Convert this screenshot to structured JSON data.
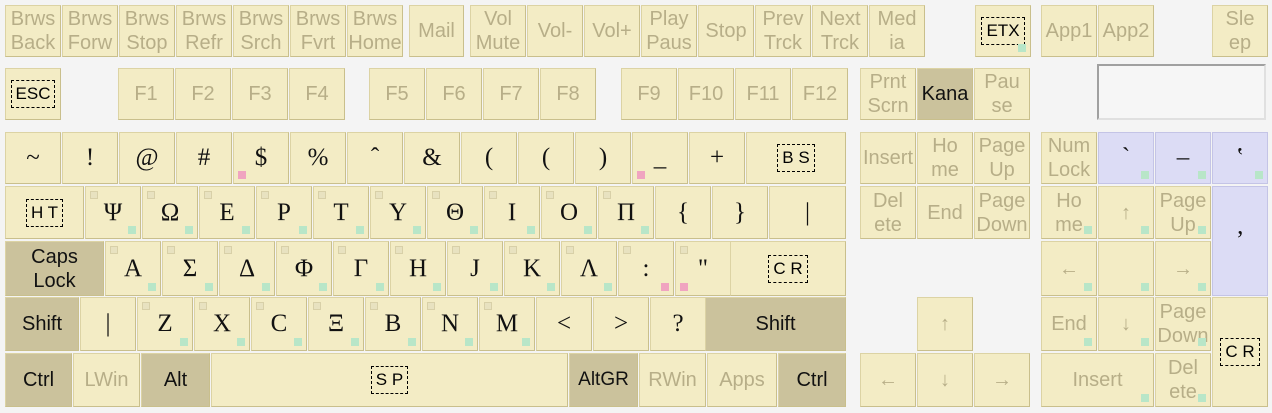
{
  "keys": [
    {
      "id": "browser-back",
      "label": "Brws\nBack",
      "cls": ""
    },
    {
      "id": "browser-forward",
      "label": "Brws\nForw",
      "cls": ""
    },
    {
      "id": "browser-stop",
      "label": "Brws\nStop",
      "cls": ""
    },
    {
      "id": "browser-refresh",
      "label": "Brws\nRefr",
      "cls": ""
    },
    {
      "id": "browser-search",
      "label": "Brws\nSrch",
      "cls": ""
    },
    {
      "id": "browser-favorites",
      "label": "Brws\nFvrt",
      "cls": ""
    },
    {
      "id": "browser-home",
      "label": "Brws\nHome",
      "cls": ""
    },
    {
      "id": "mail",
      "label": "Mail",
      "cls": ""
    },
    {
      "id": "volume-mute",
      "label": "Vol\nMute",
      "cls": ""
    },
    {
      "id": "volume-down",
      "label": "Vol-",
      "cls": ""
    },
    {
      "id": "volume-up",
      "label": "Vol+",
      "cls": ""
    },
    {
      "id": "play-pause",
      "label": "Play\nPaus",
      "cls": ""
    },
    {
      "id": "media-stop",
      "label": "Stop",
      "cls": ""
    },
    {
      "id": "previous-track",
      "label": "Prev\nTrck",
      "cls": ""
    },
    {
      "id": "next-track",
      "label": "Next\nTrck",
      "cls": ""
    },
    {
      "id": "media",
      "label": "Med\nia",
      "cls": ""
    },
    {
      "id": "etx",
      "label": "ETX",
      "cls": "box",
      "marks": [
        "g-br"
      ]
    },
    {
      "id": "app1",
      "label": "App1",
      "cls": ""
    },
    {
      "id": "app2",
      "label": "App2",
      "cls": ""
    },
    {
      "id": "sleep",
      "label": "Sle\nep",
      "cls": ""
    },
    {
      "id": "escape",
      "label": "ESC",
      "cls": "box"
    },
    {
      "id": "f1",
      "label": "F1",
      "cls": ""
    },
    {
      "id": "f2",
      "label": "F2",
      "cls": ""
    },
    {
      "id": "f3",
      "label": "F3",
      "cls": ""
    },
    {
      "id": "f4",
      "label": "F4",
      "cls": ""
    },
    {
      "id": "f5",
      "label": "F5",
      "cls": ""
    },
    {
      "id": "f6",
      "label": "F6",
      "cls": ""
    },
    {
      "id": "f7",
      "label": "F7",
      "cls": ""
    },
    {
      "id": "f8",
      "label": "F8",
      "cls": ""
    },
    {
      "id": "f9",
      "label": "F9",
      "cls": ""
    },
    {
      "id": "f10",
      "label": "F10",
      "cls": ""
    },
    {
      "id": "f11",
      "label": "F11",
      "cls": ""
    },
    {
      "id": "f12",
      "label": "F12",
      "cls": ""
    },
    {
      "id": "print-screen",
      "label": "Prnt\nScrn",
      "cls": ""
    },
    {
      "id": "kana",
      "label": "Kana",
      "cls": "ink",
      "dark": true
    },
    {
      "id": "pause",
      "label": "Pau\nse",
      "cls": ""
    },
    {
      "id": "tilde",
      "label": "~",
      "cls": "ch"
    },
    {
      "id": "exclamation",
      "label": "!",
      "cls": "ch"
    },
    {
      "id": "at",
      "label": "@",
      "cls": "ch"
    },
    {
      "id": "hash",
      "label": "#",
      "cls": "ch"
    },
    {
      "id": "dollar",
      "label": "$",
      "cls": "ch",
      "marks": [
        "p-bl"
      ]
    },
    {
      "id": "percent",
      "label": "%",
      "cls": "ch"
    },
    {
      "id": "caret",
      "label": "ˆ",
      "cls": "ch"
    },
    {
      "id": "ampersand",
      "label": "&",
      "cls": "ch"
    },
    {
      "id": "open-paren",
      "label": "(",
      "cls": "ch"
    },
    {
      "id": "open-paren-2",
      "label": "(",
      "cls": "ch"
    },
    {
      "id": "close-paren",
      "label": ")",
      "cls": "ch"
    },
    {
      "id": "underscore",
      "label": "_",
      "cls": "ch",
      "marks": [
        "p-bl"
      ]
    },
    {
      "id": "plus",
      "label": "+",
      "cls": "ch"
    },
    {
      "id": "backspace",
      "label": "B S",
      "cls": "box"
    },
    {
      "id": "insert",
      "label": "Insert",
      "cls": ""
    },
    {
      "id": "home",
      "label": "Ho\nme",
      "cls": ""
    },
    {
      "id": "page-up",
      "label": "Page\nUp",
      "cls": ""
    },
    {
      "id": "num-lock",
      "label": "Num\nLock",
      "cls": ""
    },
    {
      "id": "numpad-divide",
      "label": "`",
      "cls": "ch",
      "blue": true,
      "marks": [
        "g-br"
      ]
    },
    {
      "id": "numpad-multiply",
      "label": "–",
      "cls": "ch",
      "blue": true,
      "marks": [
        "g-br"
      ]
    },
    {
      "id": "numpad-minus",
      "label": "ʽ",
      "cls": "ch",
      "blue": true,
      "marks": [
        "g-br"
      ]
    },
    {
      "id": "tab",
      "label": "H T",
      "cls": "box"
    },
    {
      "id": "psi",
      "label": "Ψ",
      "cls": "ch",
      "marks": [
        "tl",
        "g-br"
      ]
    },
    {
      "id": "omega",
      "label": "Ω",
      "cls": "ch",
      "marks": [
        "tl",
        "g-br"
      ]
    },
    {
      "id": "epsilon",
      "label": "Ε",
      "cls": "ch",
      "marks": [
        "tl",
        "g-br"
      ]
    },
    {
      "id": "rho",
      "label": "Ρ",
      "cls": "ch",
      "marks": [
        "tl",
        "g-br"
      ]
    },
    {
      "id": "tau",
      "label": "Τ",
      "cls": "ch",
      "marks": [
        "tl",
        "g-br"
      ]
    },
    {
      "id": "upsilon",
      "label": "Υ",
      "cls": "ch",
      "marks": [
        "tl",
        "g-br"
      ]
    },
    {
      "id": "theta",
      "label": "Θ",
      "cls": "ch",
      "marks": [
        "tl",
        "g-br"
      ]
    },
    {
      "id": "iota",
      "label": "Ι",
      "cls": "ch",
      "marks": [
        "tl",
        "g-br"
      ]
    },
    {
      "id": "omicron",
      "label": "Ο",
      "cls": "ch",
      "marks": [
        "tl",
        "g-br"
      ]
    },
    {
      "id": "pi",
      "label": "Π",
      "cls": "ch",
      "marks": [
        "tl",
        "g-br"
      ]
    },
    {
      "id": "open-brace",
      "label": "{",
      "cls": "ch"
    },
    {
      "id": "close-brace",
      "label": "}",
      "cls": "ch"
    },
    {
      "id": "pipe",
      "label": "|",
      "cls": "ch"
    },
    {
      "id": "delete",
      "label": "Del\nete",
      "cls": ""
    },
    {
      "id": "end",
      "label": "End",
      "cls": ""
    },
    {
      "id": "page-down",
      "label": "Page\nDown",
      "cls": ""
    },
    {
      "id": "numpad-home",
      "label": "Ho\nme",
      "cls": "",
      "marks": [
        "g-br"
      ]
    },
    {
      "id": "numpad-up",
      "label": "↑",
      "cls": "",
      "marks": [
        "g-br"
      ]
    },
    {
      "id": "numpad-page-up",
      "label": "Page\nUp",
      "cls": "",
      "marks": [
        "g-br"
      ]
    },
    {
      "id": "numpad-plus",
      "label": "ʼ",
      "cls": "ch",
      "blue": true
    },
    {
      "id": "caps-lock",
      "label": "Caps\nLock",
      "cls": "ink",
      "dark": true
    },
    {
      "id": "alpha",
      "label": "Α",
      "cls": "ch",
      "marks": [
        "tl",
        "g-br"
      ]
    },
    {
      "id": "sigma",
      "label": "Σ",
      "cls": "ch",
      "marks": [
        "tl",
        "g-br"
      ]
    },
    {
      "id": "delta",
      "label": "Δ",
      "cls": "ch",
      "marks": [
        "tl",
        "g-br"
      ]
    },
    {
      "id": "phi",
      "label": "Φ",
      "cls": "ch",
      "marks": [
        "tl",
        "g-br"
      ]
    },
    {
      "id": "gamma",
      "label": "Γ",
      "cls": "ch",
      "marks": [
        "tl",
        "g-br"
      ]
    },
    {
      "id": "eta",
      "label": "Η",
      "cls": "ch",
      "marks": [
        "tl",
        "g-br"
      ]
    },
    {
      "id": "xi-j",
      "label": "Ј",
      "cls": "ch",
      "marks": [
        "tl",
        "g-br"
      ]
    },
    {
      "id": "kappa",
      "label": "Κ",
      "cls": "ch",
      "marks": [
        "tl",
        "g-br"
      ]
    },
    {
      "id": "lambda",
      "label": "Λ",
      "cls": "ch",
      "marks": [
        "tl",
        "g-br"
      ]
    },
    {
      "id": "colon",
      "label": ":",
      "cls": "ch",
      "marks": [
        "tl",
        "p-br"
      ]
    },
    {
      "id": "double-quote",
      "label": "\"",
      "cls": "ch",
      "marks": [
        "tl",
        "p-bl"
      ]
    },
    {
      "id": "enter",
      "label": "C R",
      "cls": "box"
    },
    {
      "id": "numpad-left",
      "label": "←",
      "cls": "",
      "marks": [
        "g-br"
      ]
    },
    {
      "id": "numpad-5",
      "label": "",
      "cls": "",
      "marks": [
        "g-br"
      ]
    },
    {
      "id": "numpad-right",
      "label": "→",
      "cls": "",
      "marks": [
        "g-br"
      ]
    },
    {
      "id": "left-shift",
      "label": "Shift",
      "cls": "ink",
      "dark": true
    },
    {
      "id": "bar",
      "label": "|",
      "cls": "ch"
    },
    {
      "id": "zeta",
      "label": "Ζ",
      "cls": "ch",
      "marks": [
        "tl",
        "g-br"
      ]
    },
    {
      "id": "chi",
      "label": "Χ",
      "cls": "ch",
      "marks": [
        "tl",
        "g-br"
      ]
    },
    {
      "id": "c-key",
      "label": "С",
      "cls": "ch",
      "marks": [
        "tl",
        "g-br"
      ]
    },
    {
      "id": "xi",
      "label": "Ξ",
      "cls": "ch",
      "marks": [
        "tl",
        "g-br"
      ]
    },
    {
      "id": "beta",
      "label": "Β",
      "cls": "ch",
      "marks": [
        "tl",
        "g-br"
      ]
    },
    {
      "id": "nu",
      "label": "Ν",
      "cls": "ch",
      "marks": [
        "tl",
        "g-br"
      ]
    },
    {
      "id": "mu",
      "label": "Μ",
      "cls": "ch",
      "marks": [
        "tl",
        "g-br"
      ]
    },
    {
      "id": "less-than",
      "label": "<",
      "cls": "ch"
    },
    {
      "id": "greater-than",
      "label": ">",
      "cls": "ch"
    },
    {
      "id": "question",
      "label": "?",
      "cls": "ch"
    },
    {
      "id": "right-shift",
      "label": "Shift",
      "cls": "ink",
      "dark": true
    },
    {
      "id": "arrow-up",
      "label": "↑",
      "cls": ""
    },
    {
      "id": "numpad-end",
      "label": "End",
      "cls": "",
      "marks": [
        "g-br"
      ]
    },
    {
      "id": "numpad-down",
      "label": "↓",
      "cls": "",
      "marks": [
        "g-br"
      ]
    },
    {
      "id": "numpad-page-down",
      "label": "Page\nDown",
      "cls": "",
      "marks": [
        "g-br"
      ]
    },
    {
      "id": "numpad-enter",
      "label": "C R",
      "cls": "box"
    },
    {
      "id": "left-ctrl",
      "label": "Ctrl",
      "cls": "ink",
      "dark": true
    },
    {
      "id": "left-win",
      "label": "LWin",
      "cls": ""
    },
    {
      "id": "left-alt",
      "label": "Alt",
      "cls": "ink",
      "dark": true
    },
    {
      "id": "space",
      "label": "S P",
      "cls": "box"
    },
    {
      "id": "altgr",
      "label": "AltGR",
      "cls": "ink sm",
      "dark": true
    },
    {
      "id": "right-win",
      "label": "RWin",
      "cls": ""
    },
    {
      "id": "apps",
      "label": "Apps",
      "cls": ""
    },
    {
      "id": "right-ctrl",
      "label": "Ctrl",
      "cls": "ink",
      "dark": true
    },
    {
      "id": "arrow-left",
      "label": "←",
      "cls": ""
    },
    {
      "id": "arrow-down",
      "label": "↓",
      "cls": ""
    },
    {
      "id": "arrow-right",
      "label": "→",
      "cls": ""
    },
    {
      "id": "numpad-insert",
      "label": "Insert",
      "cls": "",
      "marks": [
        "g-br"
      ]
    },
    {
      "id": "numpad-delete",
      "label": "Del\nete",
      "cls": "",
      "marks": [
        "g-br"
      ]
    }
  ]
}
